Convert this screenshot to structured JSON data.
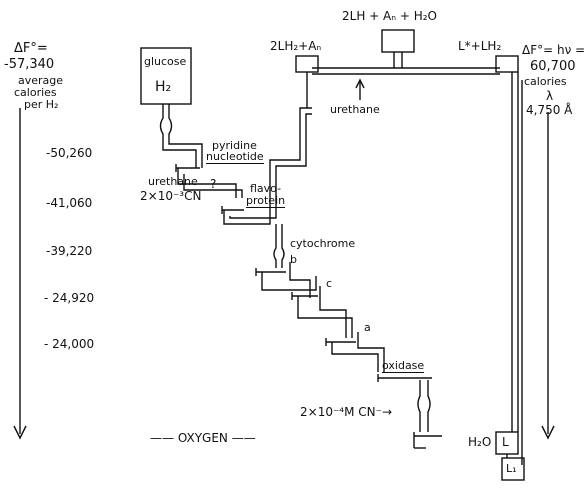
{
  "left_panel": {
    "delta_f": "ΔF°=",
    "energy_value": "-57,340",
    "energy_note_1": "average",
    "energy_note_2": "calories",
    "energy_note_3": "per H₂",
    "levels": [
      "-50,260",
      "-41,060",
      "-39,220",
      "- 24,920",
      "- 24,000"
    ]
  },
  "right_panel": {
    "delta_f_hv": "ΔF°= hν =",
    "energy_value": "60,700",
    "unit": "calories",
    "lambda": "λ",
    "wavelength": "4,750 Å"
  },
  "nodes": {
    "glucose_label": "glucose",
    "glucose_h2": "H₂",
    "top_reaction": "2LH + Aₙ + H₂O",
    "lh2_an": "2LH₂+Aₙ",
    "lstar_lh2": "L*+LH₂",
    "h2o": "H₂O",
    "l_box": "L",
    "l1_box": "L₁"
  },
  "steps": {
    "pyridine_1": "pyridine",
    "pyridine_2": "nucleotide",
    "flavo_1": "flavo-",
    "flavo_2": "protein",
    "cytochrome": "cytochrome",
    "b": "b",
    "c": "c",
    "a": "a",
    "oxidase": "oxidase"
  },
  "inhibitors": {
    "urethane_left": "urethane",
    "cn_1e3": "2×10⁻³CN",
    "question": "?",
    "urethane_top": "urethane",
    "cn_2e4": "2×10⁻⁴M  CN⁻→"
  },
  "oxygen": "—— OXYGEN ——"
}
